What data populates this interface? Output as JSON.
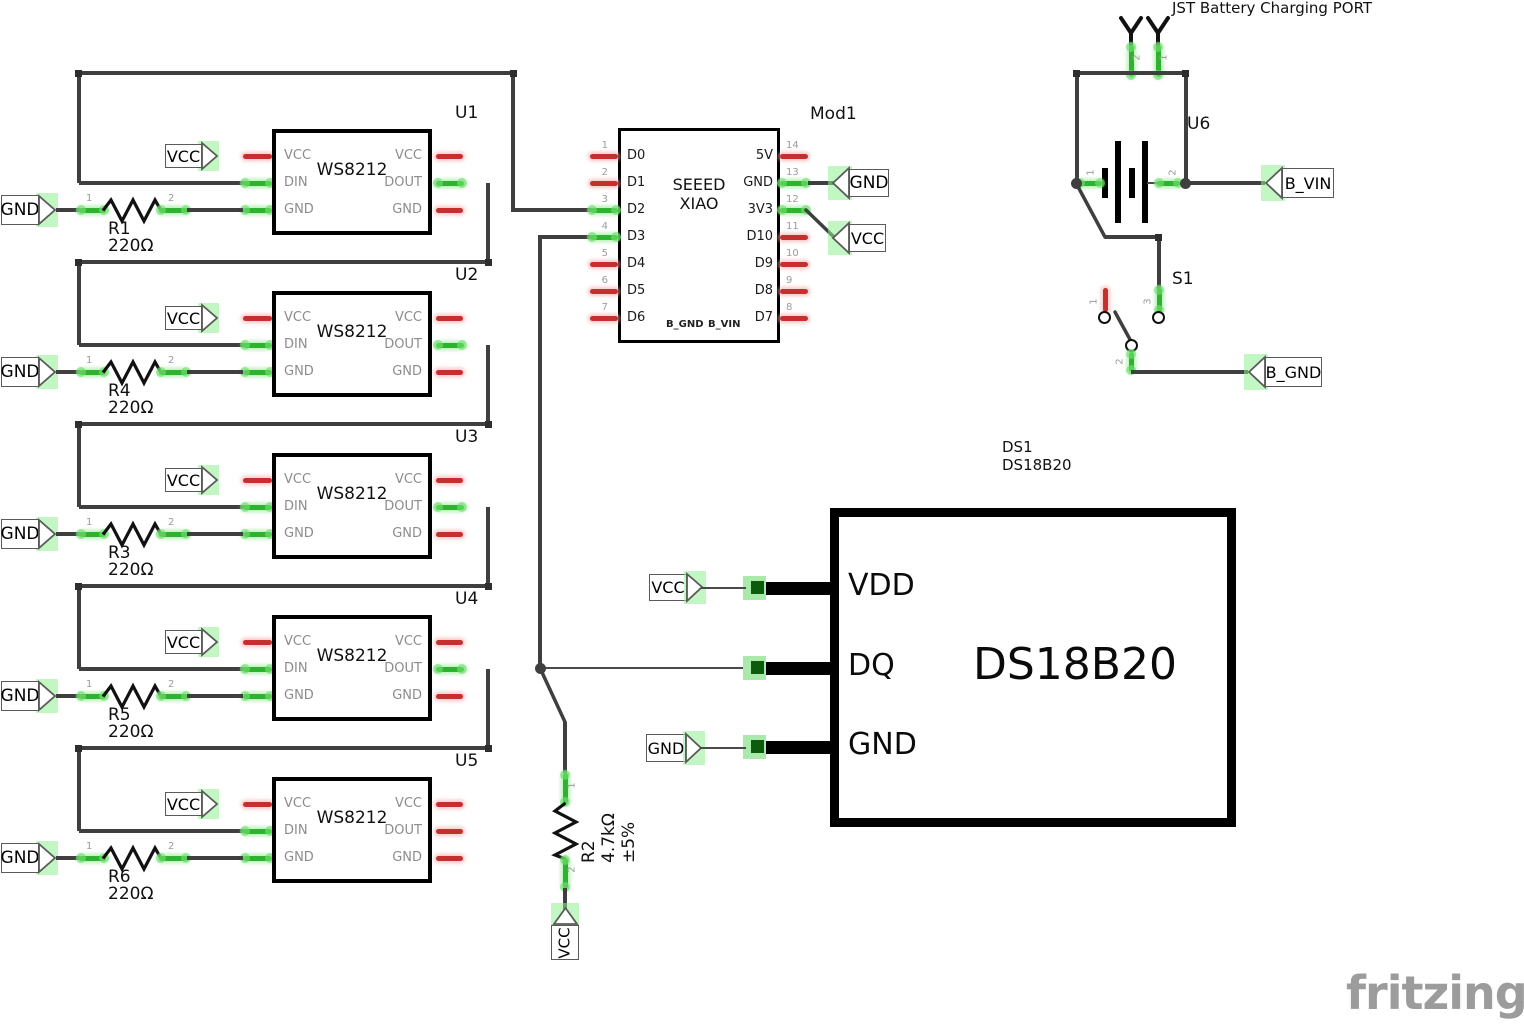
{
  "watermark": "fritzing",
  "flags": {
    "vcc": "VCC",
    "gnd": "GND",
    "b_vin": "B_VIN",
    "b_gnd": "B_GND"
  },
  "stages": [
    {
      "ref": "U1",
      "chip": "WS8212",
      "pins": {
        "vcc_l": "VCC",
        "din": "DIN",
        "gnd_l": "GND",
        "vcc_r": "VCC",
        "dout": "DOUT",
        "gnd_r": "GND"
      },
      "resistor": {
        "ref": "R1",
        "value": "220Ω",
        "p1": "1",
        "p2": "2"
      }
    },
    {
      "ref": "U2",
      "chip": "WS8212",
      "pins": {
        "vcc_l": "VCC",
        "din": "DIN",
        "gnd_l": "GND",
        "vcc_r": "VCC",
        "dout": "DOUT",
        "gnd_r": "GND"
      },
      "resistor": {
        "ref": "R4",
        "value": "220Ω",
        "p1": "1",
        "p2": "2"
      }
    },
    {
      "ref": "U3",
      "chip": "WS8212",
      "pins": {
        "vcc_l": "VCC",
        "din": "DIN",
        "gnd_l": "GND",
        "vcc_r": "VCC",
        "dout": "DOUT",
        "gnd_r": "GND"
      },
      "resistor": {
        "ref": "R3",
        "value": "220Ω",
        "p1": "1",
        "p2": "2"
      }
    },
    {
      "ref": "U4",
      "chip": "WS8212",
      "pins": {
        "vcc_l": "VCC",
        "din": "DIN",
        "gnd_l": "GND",
        "vcc_r": "VCC",
        "dout": "DOUT",
        "gnd_r": "GND"
      },
      "resistor": {
        "ref": "R5",
        "value": "220Ω",
        "p1": "1",
        "p2": "2"
      }
    },
    {
      "ref": "U5",
      "chip": "WS8212",
      "pins": {
        "vcc_l": "VCC",
        "din": "DIN",
        "gnd_l": "GND",
        "vcc_r": "VCC",
        "dout": "DOUT",
        "gnd_r": "GND"
      },
      "resistor": {
        "ref": "R6",
        "value": "220Ω",
        "p1": "1",
        "p2": "2"
      }
    }
  ],
  "xiao": {
    "ref": "Mod1",
    "title1": "SEEED",
    "title2": "XIAO",
    "left": [
      {
        "n": "1",
        "l": "D0"
      },
      {
        "n": "2",
        "l": "D1"
      },
      {
        "n": "3",
        "l": "D2"
      },
      {
        "n": "4",
        "l": "D3"
      },
      {
        "n": "5",
        "l": "D4"
      },
      {
        "n": "6",
        "l": "D5"
      },
      {
        "n": "7",
        "l": "D6"
      }
    ],
    "right": [
      {
        "n": "14",
        "l": "5V"
      },
      {
        "n": "13",
        "l": "GND"
      },
      {
        "n": "12",
        "l": "3V3"
      },
      {
        "n": "11",
        "l": "D10"
      },
      {
        "n": "10",
        "l": "D9"
      },
      {
        "n": "9",
        "l": "D8"
      },
      {
        "n": "8",
        "l": "D7"
      }
    ],
    "bottom1": "B_GND",
    "bottom2": "B_VIN"
  },
  "r2": {
    "ref": "R2",
    "value": "4.7kΩ",
    "tol": "±5%",
    "p1": "1",
    "p2": "2"
  },
  "ds": {
    "ref1": "DS1",
    "ref2": "DS18B20",
    "title": "DS18B20",
    "vdd": "VDD",
    "dq": "DQ",
    "gnd": "GND"
  },
  "jst": {
    "title": "JST Battery Charging PORT",
    "ref": "U6",
    "pin1": "1",
    "pin2": "2",
    "conn_left": "2",
    "conn_right": "1"
  },
  "sw": {
    "ref": "S1",
    "p1": "1",
    "p2": "2",
    "p3": "3"
  }
}
